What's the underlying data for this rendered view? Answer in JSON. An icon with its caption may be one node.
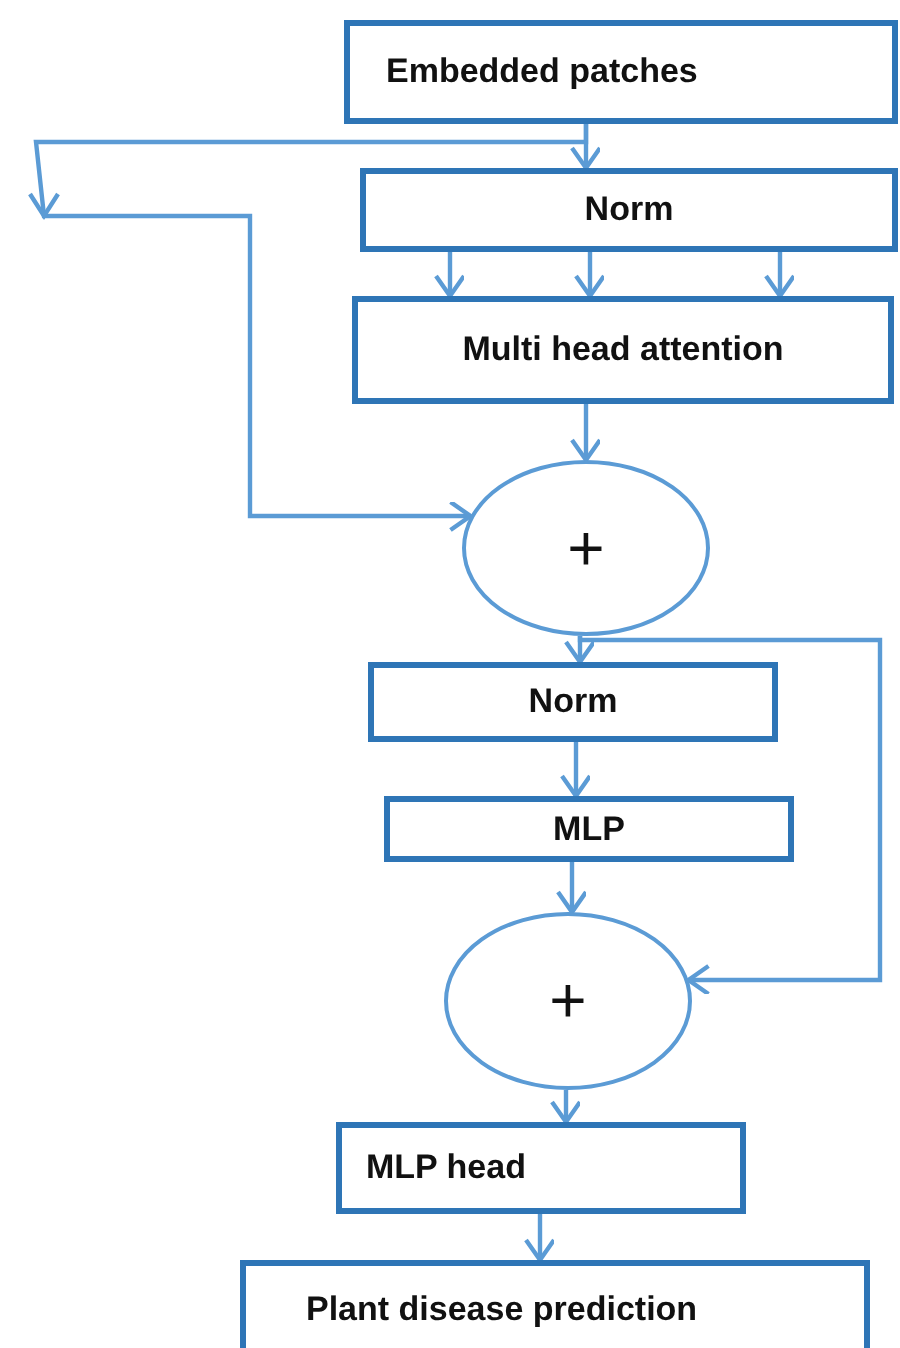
{
  "diagram": {
    "nodes": [
      {
        "text": [
          "Embedded patches"
        ]
      },
      {
        "text": [
          "Norm"
        ]
      },
      {
        "text": [
          "Multi head attention"
        ]
      },
      {
        "text": [
          "+"
        ]
      },
      {
        "text": [
          "Norm"
        ]
      },
      {
        "text": [
          "MLP"
        ]
      },
      {
        "text": [
          "+"
        ]
      },
      {
        "text": [
          "MLP head"
        ]
      },
      {
        "text": [
          "Plant disease prediction"
        ]
      }
    ],
    "edges": [
      {
        "from": 0,
        "to": 1,
        "arrow": "to"
      },
      {
        "from": 0,
        "to": 3,
        "arrow": "to"
      },
      {
        "from": 1,
        "to": 2,
        "arrow": "to"
      },
      {
        "from": 1,
        "to": 2,
        "arrow": "to"
      },
      {
        "from": 1,
        "to": 2,
        "arrow": "to"
      },
      {
        "from": 2,
        "to": 3,
        "arrow": "to"
      },
      {
        "from": 3,
        "to": 4,
        "arrow": "to"
      },
      {
        "from": 3,
        "to": 6,
        "arrow": "to"
      },
      {
        "from": 4,
        "to": 5,
        "arrow": "to"
      },
      {
        "from": 5,
        "to": 6,
        "arrow": "to"
      },
      {
        "from": 6,
        "to": 7,
        "arrow": "to"
      },
      {
        "from": 7,
        "to": 8,
        "arrow": "to"
      }
    ]
  }
}
